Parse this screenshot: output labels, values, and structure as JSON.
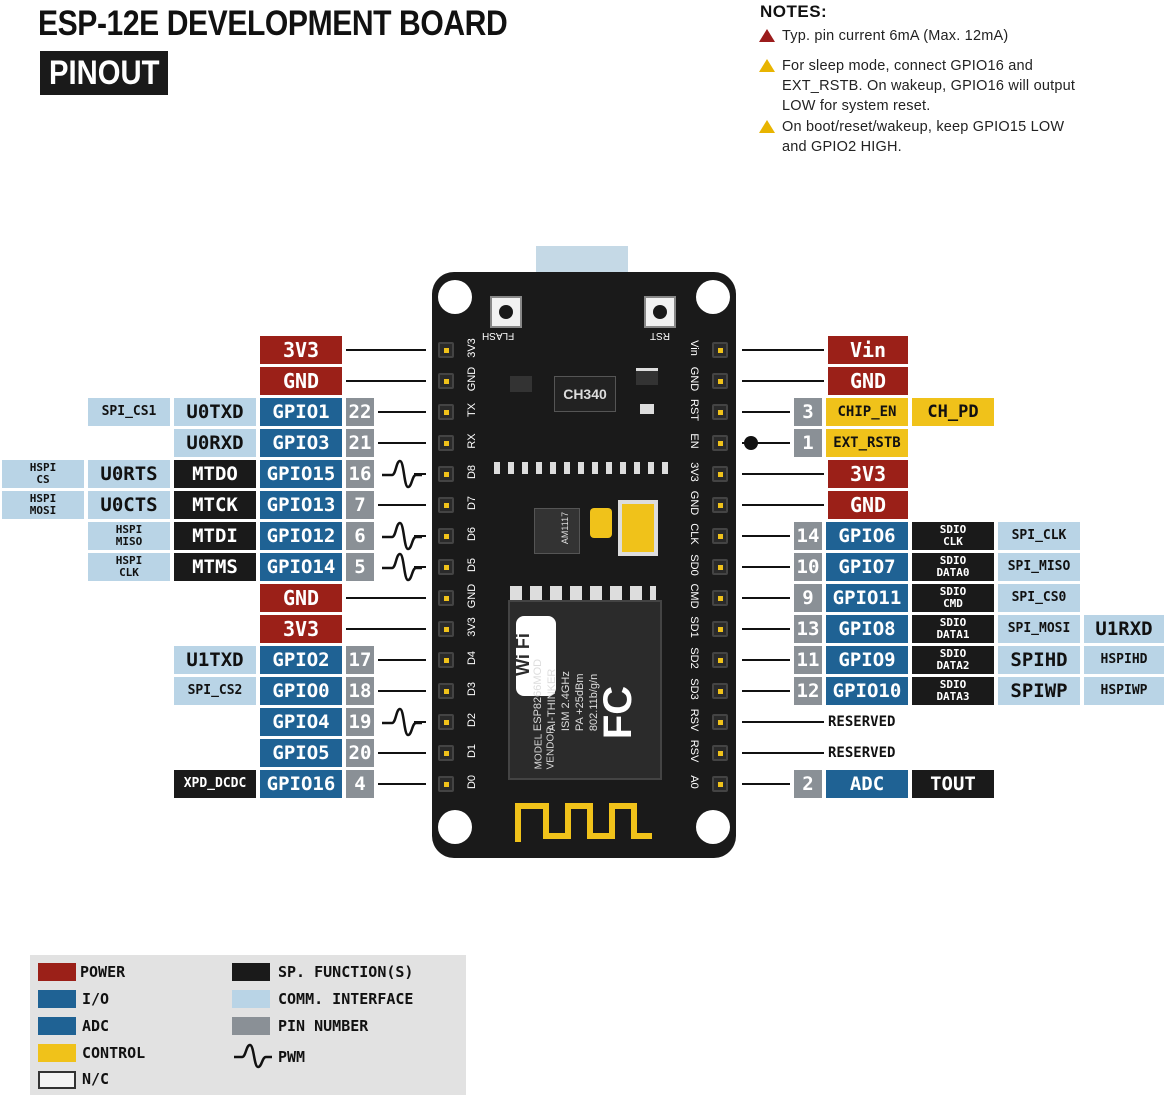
{
  "title": "ESP-12E DEVELOPMENT BOARD",
  "subtitle": "PINOUT",
  "notes": {
    "heading": "NOTES:",
    "items": [
      "Typ. pin current 6mA (Max. 12mA)",
      "For sleep mode, connect GPIO16 and",
      "EXT_RSTB. On wakeup, GPIO16 will output",
      "LOW for system reset.",
      "On boot/reset/wakeup, keep GPIO15 LOW",
      "and GPIO2 HIGH."
    ]
  },
  "left_pins": [
    {
      "board": "3V3",
      "label": "3V3"
    },
    {
      "board": "GND",
      "label": "GND"
    },
    {
      "board": "TX",
      "gpio": "GPIO1",
      "num": "22",
      "func": "U0TXD",
      "comm": "SPI_CS1"
    },
    {
      "board": "RX",
      "gpio": "GPIO3",
      "num": "21",
      "func": "U0RXD"
    },
    {
      "board": "D8",
      "gpio": "GPIO15",
      "num": "16",
      "sp": "MTDO",
      "comm": "U0RTS",
      "comm2a": "HSPI",
      "comm2b": "CS"
    },
    {
      "board": "D7",
      "gpio": "GPIO13",
      "num": "7",
      "sp": "MTCK",
      "comm": "U0CTS",
      "comm2a": "HSPI",
      "comm2b": "MOSI"
    },
    {
      "board": "D6",
      "gpio": "GPIO12",
      "num": "6",
      "sp": "MTDI",
      "comm2a": "HSPI",
      "comm2b": "MISO"
    },
    {
      "board": "D5",
      "gpio": "GPIO14",
      "num": "5",
      "sp": "MTMS",
      "comm2a": "HSPI",
      "comm2b": "CLK"
    },
    {
      "board": "GND",
      "label": "GND"
    },
    {
      "board": "3V3",
      "label": "3V3"
    },
    {
      "board": "D4",
      "gpio": "GPIO2",
      "num": "17",
      "func": "U1TXD"
    },
    {
      "board": "D3",
      "gpio": "GPIO0",
      "num": "18",
      "func": "SPI_CS2"
    },
    {
      "board": "D2",
      "gpio": "GPIO4",
      "num": "19"
    },
    {
      "board": "D1",
      "gpio": "GPIO5",
      "num": "20"
    },
    {
      "board": "D0",
      "gpio": "GPIO16",
      "num": "4",
      "sp": "XPD_DCDC"
    }
  ],
  "right_pins": [
    {
      "board": "Vin",
      "label": "Vin"
    },
    {
      "board": "GND",
      "label": "GND"
    },
    {
      "board": "RST",
      "num": "3",
      "ctl": "CHIP_EN",
      "ctl2": "CH_PD"
    },
    {
      "board": "EN",
      "num": "1",
      "ctl": "EXT_RSTB"
    },
    {
      "board": "3V3",
      "label": "3V3"
    },
    {
      "board": "GND",
      "label": "GND"
    },
    {
      "board": "CLK",
      "num": "14",
      "gpio": "GPIO6",
      "sda": "SDIO",
      "sdb": "CLK",
      "comm": "SPI_CLK"
    },
    {
      "board": "SD0",
      "num": "10",
      "gpio": "GPIO7",
      "sda": "SDIO",
      "sdb": "DATA0",
      "comm": "SPI_MISO"
    },
    {
      "board": "CMD",
      "num": "9",
      "gpio": "GPIO11",
      "sda": "SDIO",
      "sdb": "CMD",
      "comm": "SPI_CS0"
    },
    {
      "board": "SD1",
      "num": "13",
      "gpio": "GPIO8",
      "sda": "SDIO",
      "sdb": "DATA1",
      "comm": "SPI_MOSI",
      "comm2": "U1RXD"
    },
    {
      "board": "SD2",
      "num": "11",
      "gpio": "GPIO9",
      "sda": "SDIO",
      "sdb": "DATA2",
      "comm": "SPIHD",
      "comm2": "HSPIHD"
    },
    {
      "board": "SD3",
      "num": "12",
      "gpio": "GPIO10",
      "sda": "SDIO",
      "sdb": "DATA3",
      "comm": "SPIWP",
      "comm2": "HSPIWP"
    },
    {
      "board": "RSV",
      "reserved": "RESERVED"
    },
    {
      "board": "RSV",
      "reserved": "RESERVED"
    },
    {
      "board": "A0",
      "num": "2",
      "adc": "ADC",
      "sp": "TOUT"
    }
  ],
  "board": {
    "chip": "CH340",
    "flash_label": "FLASH",
    "rst_label": "RST",
    "regulator": "AM1117",
    "wifi_text": "Wi Fi",
    "module_lines": [
      "ESP8266MOD",
      "AI-THINKER",
      "ISM 2.4GHz",
      "PA +25dBm",
      "802.11b/g/n"
    ],
    "model_lines": [
      "MODEL",
      "VENDOR"
    ],
    "fcc": "FC"
  },
  "legend": {
    "items_left": [
      {
        "label": "POWER",
        "color": "#9b2018"
      },
      {
        "label": "I/O",
        "color": "#1f6294"
      },
      {
        "label": "ADC",
        "color": "#1f6294"
      },
      {
        "label": "CONTROL",
        "color": "#f0c21a"
      },
      {
        "label": "N/C",
        "color": "#f4f4f4"
      }
    ],
    "items_right": [
      {
        "label": "SP. FUNCTION(S)",
        "color": "#1a1a1a"
      },
      {
        "label": "COMM. INTERFACE",
        "color": "#b9d4e6"
      },
      {
        "label": "PIN NUMBER",
        "color": "#8a9096"
      },
      {
        "label": "PWM",
        "color": "none"
      }
    ]
  }
}
